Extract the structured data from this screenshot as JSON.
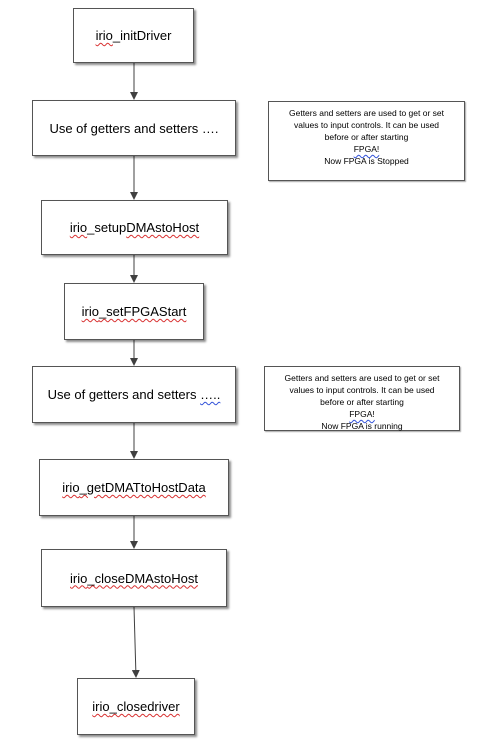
{
  "flow": {
    "init_driver": {
      "prefix": "irio",
      "rest": "_initDriver"
    },
    "getters_setters_1": {
      "text": "Use of getters and setters ….",
      "ellipsis": ""
    },
    "setup_dma": {
      "prefix": "irio",
      "middle": "_setup",
      "rest": "DMAstoHost"
    },
    "set_fpga_start": {
      "prefix": "irio",
      "rest": "_setFPGAStart"
    },
    "getters_setters_2": {
      "text": "Use of getters and setters ",
      "ellipsis": "…..",
      "trail": ""
    },
    "get_dma_data": {
      "prefix": "irio",
      "rest": "_getDMATtoHostData"
    },
    "close_dma": {
      "prefix": "irio",
      "rest": "_closeDMAstoHost"
    },
    "close_driver": {
      "prefix": "irio",
      "rest": "_closedriver"
    }
  },
  "notes": {
    "stopped": {
      "line1": "Getters and setters are used to get or set",
      "line2": "values to input controls. It can be used",
      "line3_a": "before or after starting ",
      "line3_b": "FPGA!",
      "line4": "Now FPGA is Stopped"
    },
    "running": {
      "line1": "Getters and setters are used to get or set",
      "line2": "values to input controls. It can be used",
      "line3_a": "before or after starting ",
      "line3_b": "FPGA!",
      "line4": "Now FPGA is running"
    }
  }
}
